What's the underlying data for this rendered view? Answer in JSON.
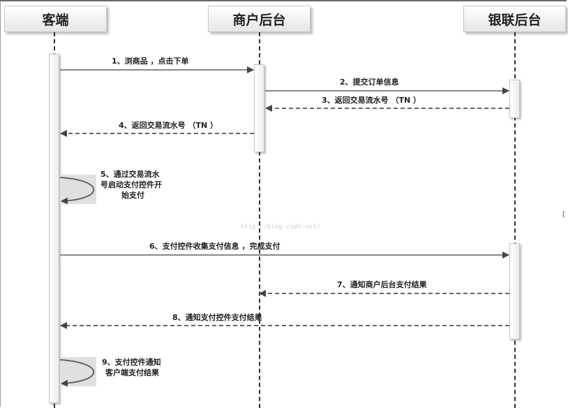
{
  "participants": [
    {
      "label": "客端"
    },
    {
      "label": "商户后台"
    },
    {
      "label": "银联后台"
    }
  ],
  "messages": [
    {
      "label": "1、浏商品    ，点击下单",
      "style": "solid"
    },
    {
      "label": "2、提交订单信息",
      "style": "solid"
    },
    {
      "label": "3、返回交易流水号    （TN ）",
      "style": "dashed"
    },
    {
      "label": "4、返回交易流水号    （TN ）",
      "style": "dashed"
    },
    {
      "label": "6、支付控件收集支付信息    ，完成支付",
      "style": "solid"
    },
    {
      "label": "7、通知商户后台支付结果",
      "style": "dashed"
    },
    {
      "label": "8、通知支付控件支付结果",
      "style": "dashed"
    }
  ],
  "self_notes": [
    {
      "lines": [
        "5、通过交易流水",
        "号启动支付控件开",
        "始支付"
      ]
    },
    {
      "lines": [
        "9、支付控件通知",
        "客户端支付结果"
      ]
    }
  ],
  "watermark": "http://blog.csdn.net/",
  "edge_mark": "["
}
